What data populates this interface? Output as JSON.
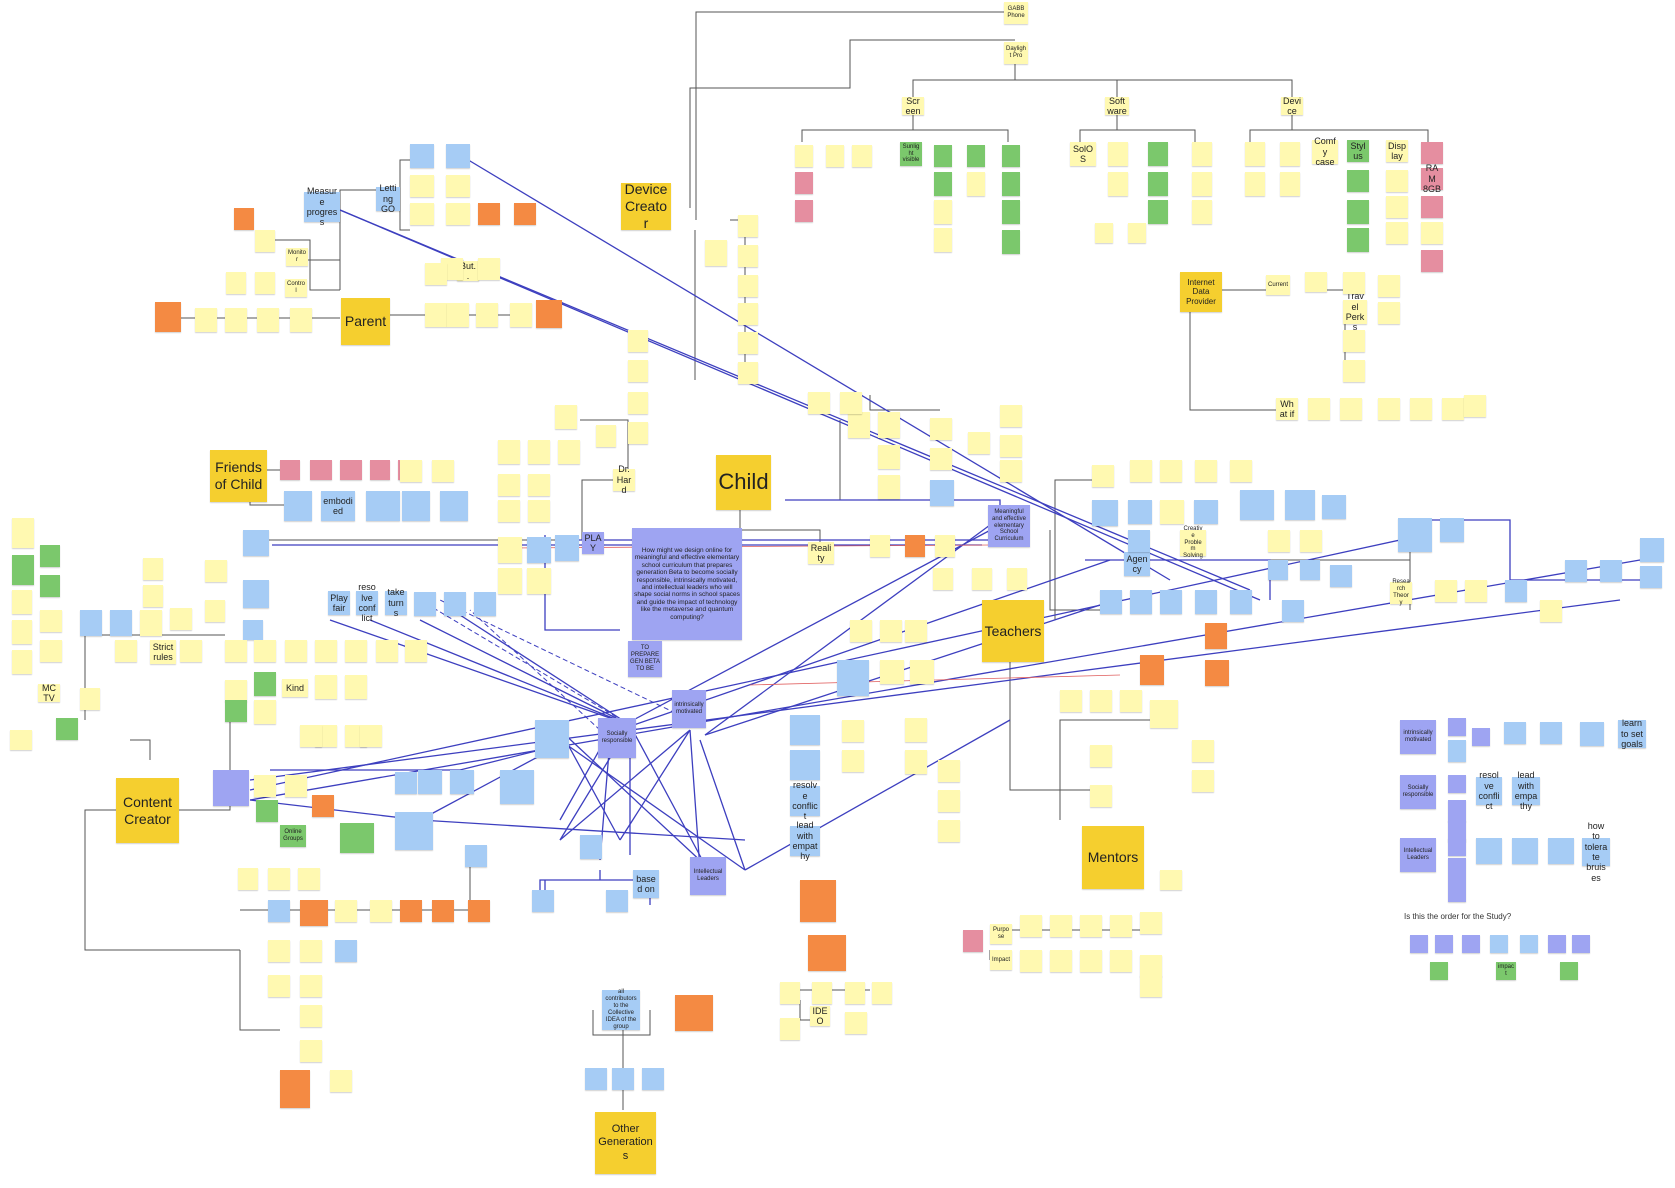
{
  "board": {
    "big_notes": {
      "device_creator": "Device Creator",
      "parent": "Parent",
      "friends_of_child": "Friends of Child",
      "child": "Child",
      "content_creator": "Content Creator",
      "teachers": "Teachers",
      "mentors": "Mentors",
      "other_generations": "Other Generations",
      "internet_data_provider": "Internet Data Provider"
    },
    "question": "How might we design online for meaningful and effective elementary school curriculum that prepares generation Beta to become socially responsible, intrinsically motivated, and intellectual leaders who will shape social norms in school spaces and guide the impact of technology like the metaverse and quantum computing?",
    "labels": {
      "gabb_phone": "GABB Phone",
      "daylight_pro": "Daylight Pro",
      "screen": "Screen",
      "software": "Software",
      "device": "Device",
      "sunlight_visible": "Sunlight visible",
      "solos": "SolOS",
      "comfy_case": "Comfy case",
      "stylus": "Stylus",
      "display": "Display",
      "ram_8gb": "RAM 8GB",
      "current": "Current",
      "travel_perks": "Travel Perks",
      "what_if": "What if",
      "measure_progress": "Measure progress",
      "letting_go": "Letting GO",
      "but": "But..",
      "monitor": "Monitor",
      "control": "Control",
      "embodied": "embodied",
      "dr_hard": "Dr. Hard",
      "play": "PLAY",
      "play_fair": "Play fair",
      "resolve_conflict": "resolve conflict",
      "take_turns": "take turns",
      "strict_rules": "Strict rules",
      "mctv": "MCTV",
      "kind": "Kind",
      "to_prepare_gen_beta": "TO PREPARE GEN BETA TO BE",
      "reality": "Reality",
      "meaningful_curriculum": "Meaningful and effective elementary School Curriculum",
      "agency": "Agency",
      "intrinsically_motivated": "intrinsically motivated",
      "socially_responsible": "Socially responsible",
      "intellectual_leaders": "Intellectual Leaders",
      "resolve_conflict_2": "resolve conflict",
      "lead_with_empathy": "lead with empathy",
      "based_on": "based on",
      "online_groups": "Online Groups",
      "ideo": "IDEO",
      "legend_motivated": "intrinsically motivated",
      "legend_responsible": "Socially responsible",
      "legend_leaders": "Intellectual Leaders",
      "legend_resolve": "resolve conflict",
      "legend_empathy": "lead with empathy",
      "legend_tolerate": "how to tolerate bruises",
      "legend_goals": "learn to set goals",
      "study_order": "Is this the order for the Study?",
      "impact": "impact",
      "purpose": "Purpose",
      "impact_2": "Impact",
      "creative_problem_solving": "Creative Problem Solving",
      "research_theory": "Research Theory",
      "all_contributors": "all contributors to the Collective IDEA of the group"
    }
  }
}
